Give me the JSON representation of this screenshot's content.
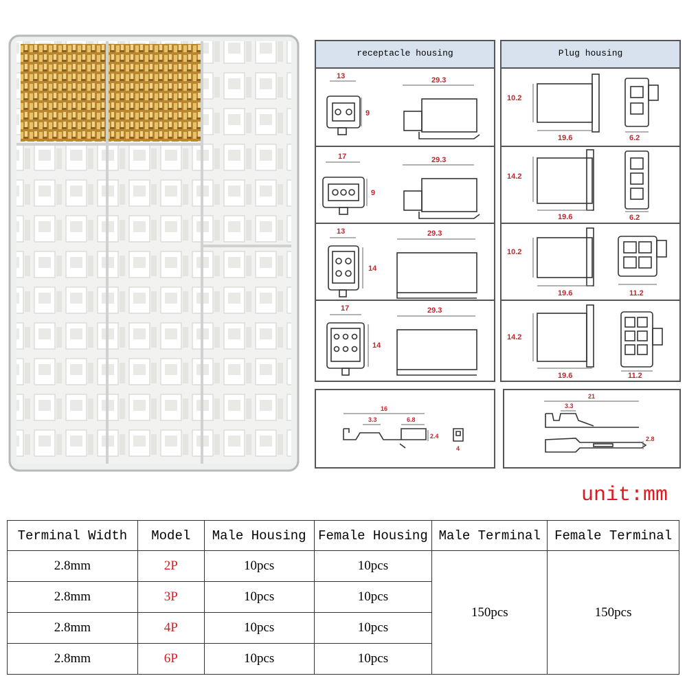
{
  "receptacle": {
    "title": "receptacle housing",
    "rows": [
      {
        "width": "13",
        "height": "9",
        "length": "29.3"
      },
      {
        "width": "17",
        "height": "9",
        "length": "29.3"
      },
      {
        "width": "13",
        "height": "14",
        "length": "29.3"
      },
      {
        "width": "17",
        "height": "14",
        "length": "29.3"
      }
    ]
  },
  "plug": {
    "title": "Plug housing",
    "rows": [
      {
        "height": "10.2",
        "length": "19.6",
        "width": "6.2"
      },
      {
        "height": "14.2",
        "length": "19.6",
        "width": "6.2"
      },
      {
        "height": "10.2",
        "length": "19.6",
        "width": "11.2"
      },
      {
        "height": "14.2",
        "length": "19.6",
        "width": "11.2"
      }
    ]
  },
  "female_terminal": {
    "total": "16",
    "a": "3.3",
    "b": "6.8",
    "h": "2.4",
    "w": "4"
  },
  "male_terminal": {
    "total": "21",
    "a": "3.3",
    "h": "2.8"
  },
  "unit_label": "unit:mm",
  "table": {
    "headers": [
      "Terminal Width",
      "Model",
      "Male Housing",
      "Female Housing",
      "Male Terminal",
      "Female Terminal"
    ],
    "rows": [
      {
        "width": "2.8mm",
        "model": "2P",
        "male": "10pcs",
        "female": "10pcs"
      },
      {
        "width": "2.8mm",
        "model": "3P",
        "male": "10pcs",
        "female": "10pcs"
      },
      {
        "width": "2.8mm",
        "model": "4P",
        "male": "10pcs",
        "female": "10pcs"
      },
      {
        "width": "2.8mm",
        "model": "6P",
        "male": "10pcs",
        "female": "10pcs"
      }
    ],
    "male_terminal_qty": "150pcs",
    "female_terminal_qty": "150pcs"
  },
  "colors": {
    "model": "#e0191f",
    "dimension": "#c0262c",
    "brass": "#c9a04a",
    "header_bg": "#d8e2ee"
  }
}
